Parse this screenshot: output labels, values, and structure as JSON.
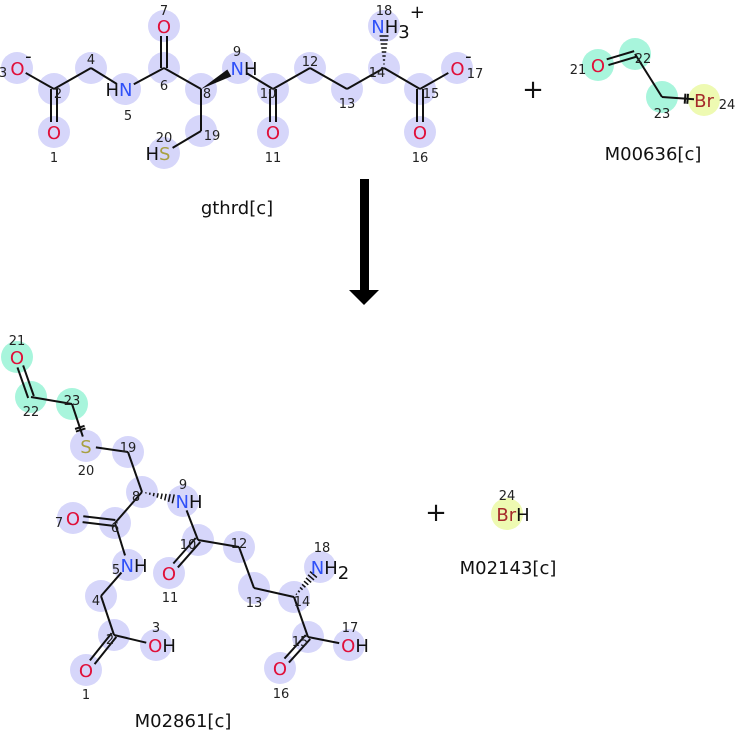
{
  "reaction": {
    "plus_sign": "+",
    "arrow_direction": "down",
    "reactants": [
      {
        "name": "gthrd[c]",
        "atoms": [
          {
            "n": "1",
            "el": "O"
          },
          {
            "n": "2",
            "el": ""
          },
          {
            "n": "3",
            "el": "O",
            "charge": "-"
          },
          {
            "n": "4",
            "el": ""
          },
          {
            "n": "5",
            "el": "N",
            "pre": "H"
          },
          {
            "n": "6",
            "el": ""
          },
          {
            "n": "7",
            "el": "O"
          },
          {
            "n": "8",
            "el": ""
          },
          {
            "n": "9",
            "el": "N",
            "post": "H"
          },
          {
            "n": "10",
            "el": ""
          },
          {
            "n": "11",
            "el": "O"
          },
          {
            "n": "12",
            "el": ""
          },
          {
            "n": "13",
            "el": ""
          },
          {
            "n": "14",
            "el": ""
          },
          {
            "n": "15",
            "el": ""
          },
          {
            "n": "16",
            "el": "O"
          },
          {
            "n": "17",
            "el": "O",
            "charge": "-"
          },
          {
            "n": "18",
            "el": "N",
            "post": "H",
            "sub": "3",
            "charge": "+"
          },
          {
            "n": "19",
            "el": ""
          },
          {
            "n": "20",
            "el": "S",
            "pre": "H"
          }
        ]
      },
      {
        "name": "M00636[c]",
        "atoms": [
          {
            "n": "21",
            "el": "O"
          },
          {
            "n": "22",
            "el": ""
          },
          {
            "n": "23",
            "el": ""
          },
          {
            "n": "24",
            "el": "Br"
          }
        ]
      }
    ],
    "products": [
      {
        "name": "M02861[c]",
        "atoms": [
          {
            "n": "1",
            "el": "O"
          },
          {
            "n": "2",
            "el": ""
          },
          {
            "n": "3",
            "el": "O",
            "post": "H"
          },
          {
            "n": "4",
            "el": ""
          },
          {
            "n": "5",
            "el": "N",
            "post": "H"
          },
          {
            "n": "6",
            "el": ""
          },
          {
            "n": "7",
            "el": "O"
          },
          {
            "n": "8",
            "el": ""
          },
          {
            "n": "9",
            "el": "N",
            "post": "H"
          },
          {
            "n": "10",
            "el": ""
          },
          {
            "n": "11",
            "el": "O"
          },
          {
            "n": "12",
            "el": ""
          },
          {
            "n": "13",
            "el": ""
          },
          {
            "n": "14",
            "el": ""
          },
          {
            "n": "15",
            "el": ""
          },
          {
            "n": "16",
            "el": "O"
          },
          {
            "n": "17",
            "el": "O",
            "post": "H"
          },
          {
            "n": "18",
            "el": "N",
            "post": "H",
            "sub": "2"
          },
          {
            "n": "19",
            "el": ""
          },
          {
            "n": "20",
            "el": "S"
          },
          {
            "n": "21",
            "el": "O"
          },
          {
            "n": "22",
            "el": ""
          },
          {
            "n": "23",
            "el": ""
          }
        ]
      },
      {
        "name": "M02143[c]",
        "atoms": [
          {
            "n": "24",
            "el": "Br",
            "post": "H"
          }
        ]
      }
    ]
  },
  "colors": {
    "highlight_default": "#d6d6fa",
    "highlight_transferred": "#a8f5dc",
    "highlight_leaving": "#eefab2",
    "O": "#e0103a",
    "N": "#2f50f8",
    "S": "#a8a040",
    "Br": "#a52a2a",
    "bond": "#111111"
  }
}
